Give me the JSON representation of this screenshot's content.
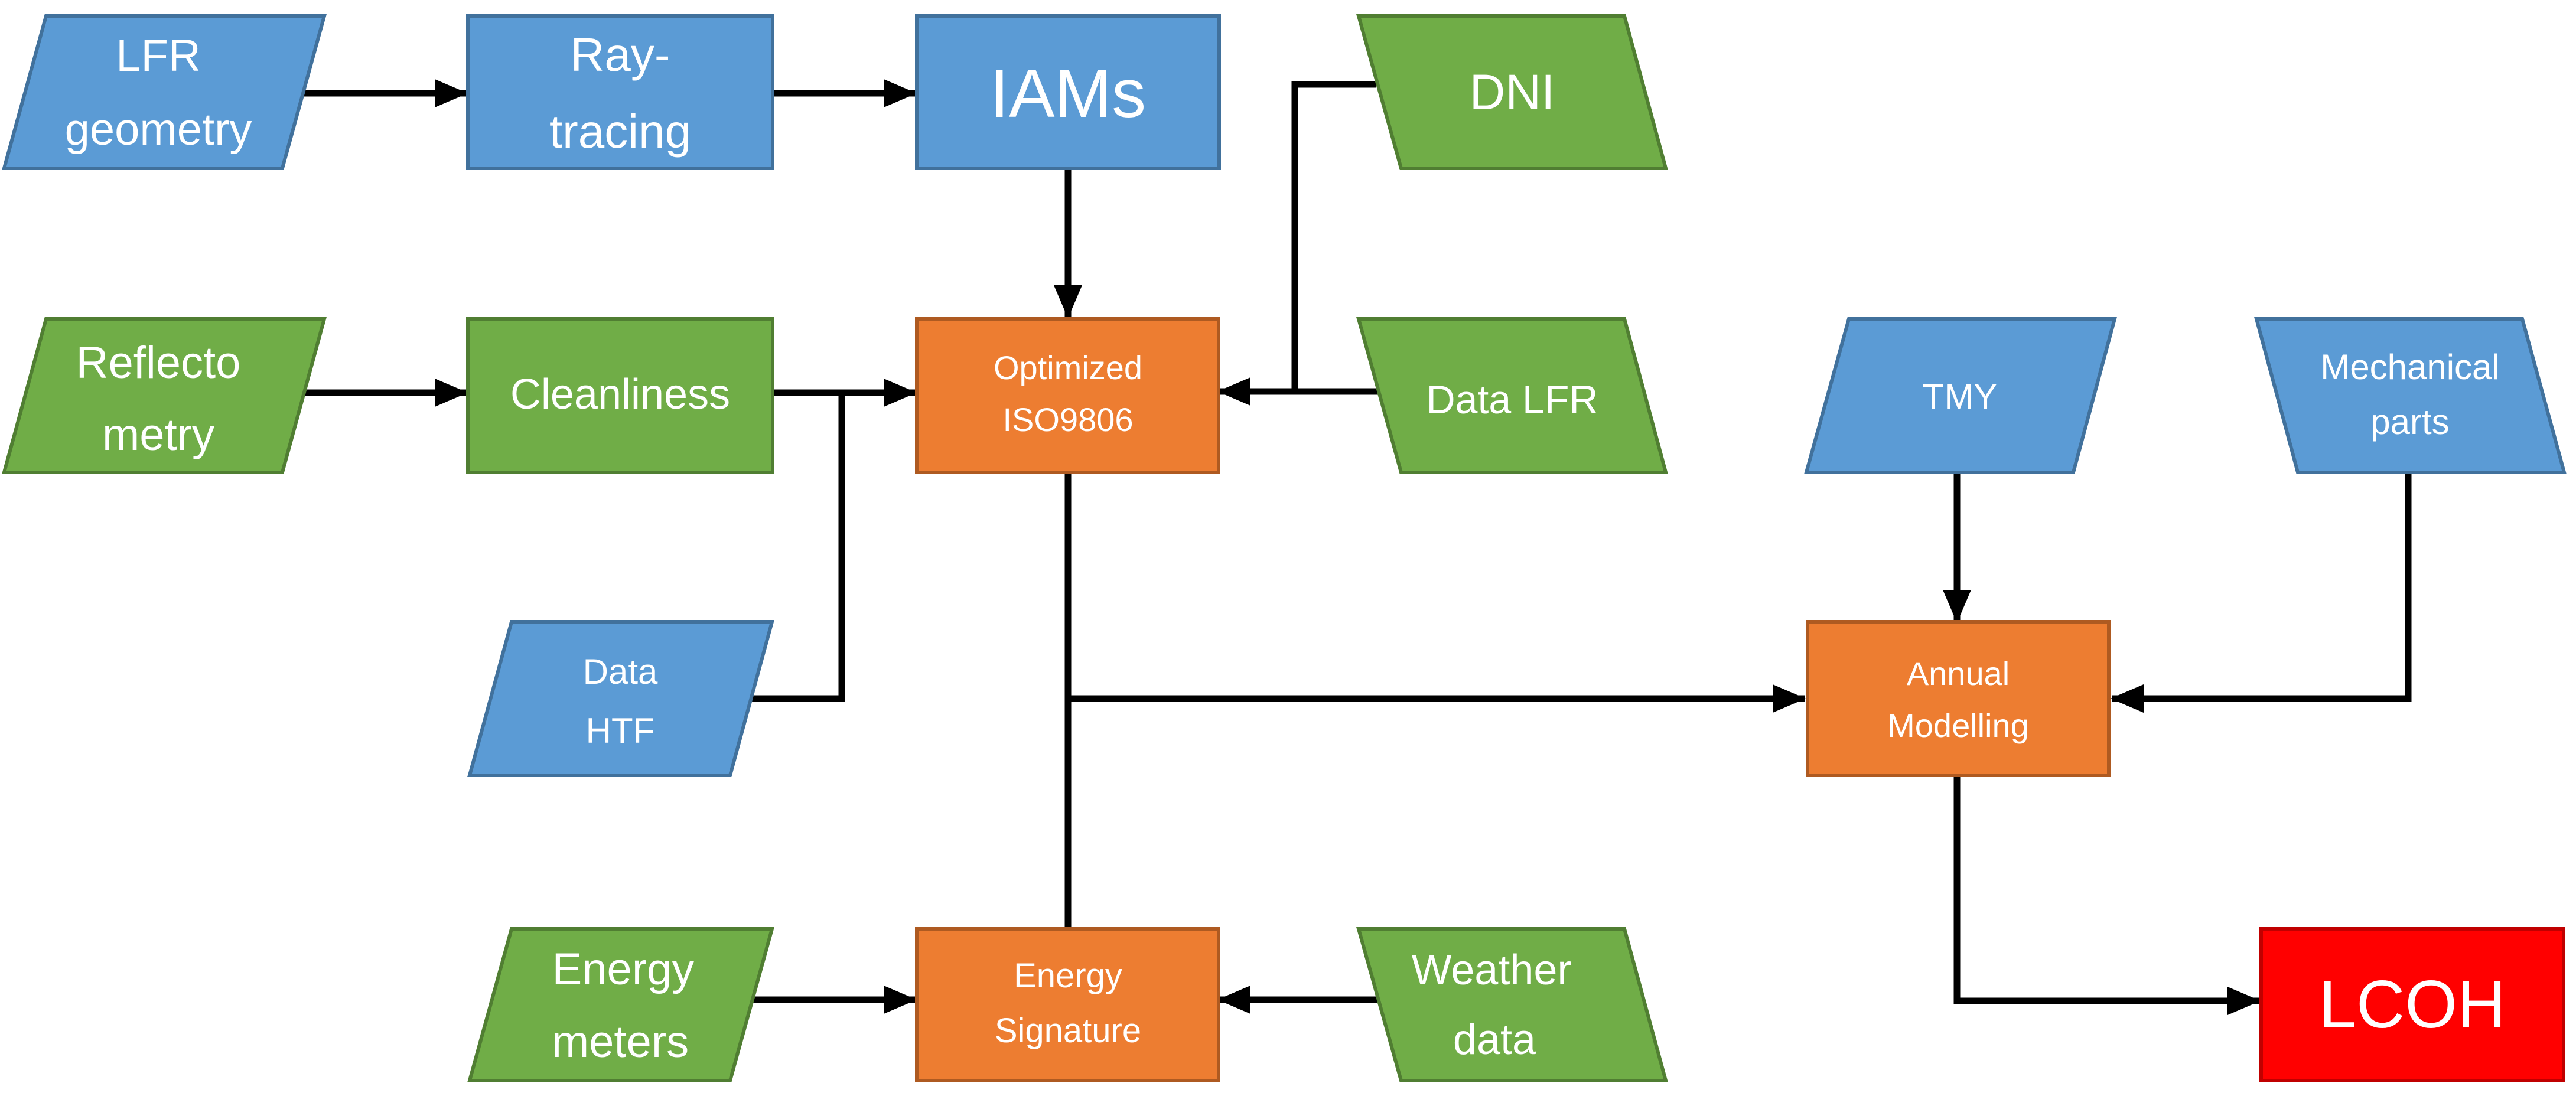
{
  "colors": {
    "blue": "#5B9BD5",
    "blue_border": "#41719C",
    "green": "#70AD47",
    "green_border": "#507E32",
    "orange": "#ED7D31",
    "orange_border": "#AE5A21",
    "red": "#FF0000",
    "red_border": "#C00000",
    "arrow": "#000000",
    "text": "#FFFFFF"
  },
  "nodes": {
    "lfr_geometry": {
      "line1": "LFR",
      "line2": "geometry"
    },
    "ray_tracing": {
      "line1": "Ray-",
      "line2": "tracing"
    },
    "iams": {
      "line1": "IAMs"
    },
    "dni": {
      "line1": "DNI"
    },
    "reflectometry": {
      "line1": "Reflecto",
      "line2": "metry"
    },
    "cleanliness": {
      "line1": "Cleanliness"
    },
    "optimized_iso": {
      "line1": "Optimized",
      "line2": "ISO9806"
    },
    "data_lfr": {
      "line1": "Data LFR"
    },
    "tmy": {
      "line1": "TMY"
    },
    "mechanical_parts": {
      "line1": "Mechanical",
      "line2": "parts"
    },
    "data_htf": {
      "line1": "Data",
      "line2": "HTF"
    },
    "annual_modelling": {
      "line1": "Annual",
      "line2": "Modelling"
    },
    "energy_meters": {
      "line1": "Energy",
      "line2": "meters"
    },
    "energy_signature": {
      "line1": "Energy",
      "line2": "Signature"
    },
    "weather_data": {
      "line1": "Weather",
      "line2": "data"
    },
    "lcoh": {
      "line1": "LCOH"
    }
  }
}
